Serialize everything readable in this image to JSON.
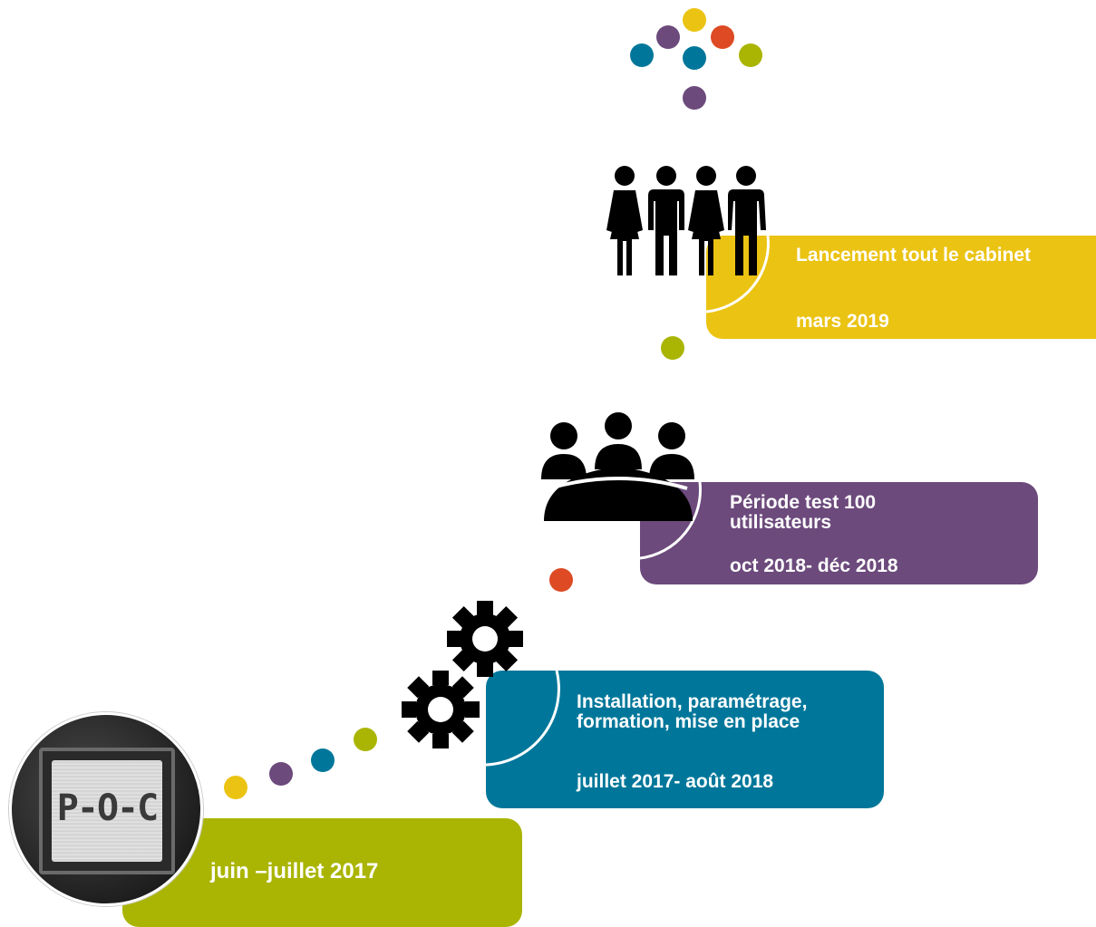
{
  "colors": {
    "yellow": "#EBC312",
    "purple": "#6C4A7C",
    "teal": "#00779A",
    "red": "#DD4A23",
    "green": "#AAB503",
    "black": "#000000"
  },
  "stages": [
    {
      "label": "",
      "date": "juin –juillet 2017",
      "color": "green"
    },
    {
      "label": "Installation, paramétrage, formation, mise en place",
      "date": "juillet 2017- août 2018",
      "color": "teal"
    },
    {
      "label": "Période test 100 utilisateurs",
      "date": "oct 2018- déc 2018",
      "color": "purple"
    },
    {
      "label": "Lancement tout le cabinet",
      "date": "mars 2019",
      "color": "yellow"
    }
  ],
  "poc_photo": {
    "text": "P-O-C"
  },
  "icons": [
    "gears-icon",
    "meeting-group-icon",
    "people-group-icon"
  ]
}
